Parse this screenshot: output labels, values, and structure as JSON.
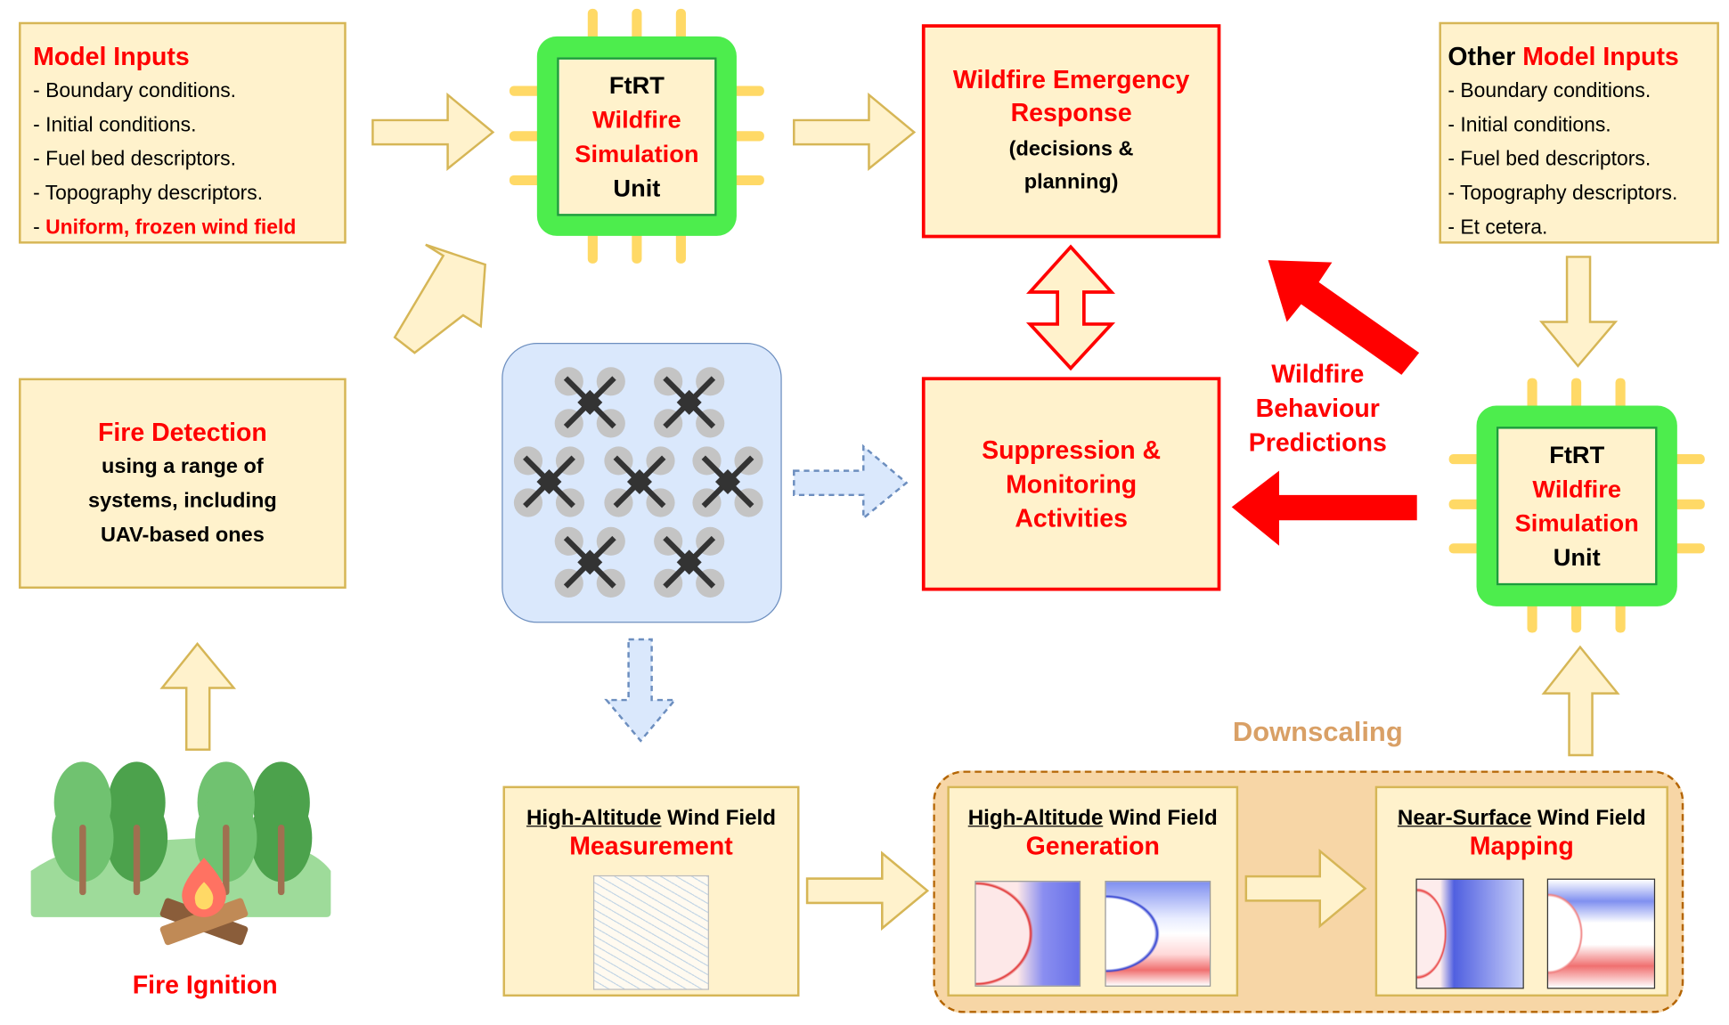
{
  "model_inputs": {
    "title": "Model Inputs",
    "items": [
      "- Boundary conditions.",
      "- Initial conditions.",
      "- Fuel bed descriptors.",
      "- Topography descriptors."
    ],
    "highlight_prefix": "- ",
    "highlight": "Uniform, frozen wind field"
  },
  "other_inputs": {
    "title_black": "Other ",
    "title_red": "Model Inputs",
    "items": [
      "- Boundary conditions.",
      "- Initial conditions.",
      "- Fuel bed descriptors.",
      "- Topography descriptors.",
      "- Et cetera."
    ]
  },
  "sim_unit": {
    "line1": "FtRT",
    "line2": "Wildfire",
    "line3": "Simulation",
    "line4": "Unit"
  },
  "emergency": {
    "title1": "Wildfire Emergency",
    "title2": "Response",
    "sub1": "(decisions &",
    "sub2": "planning)"
  },
  "suppression": {
    "line1": "Suppression &",
    "line2": "Monitoring",
    "line3": "Activities"
  },
  "predictions": {
    "line1": "Wildfire",
    "line2": "Behaviour",
    "line3": "Predictions"
  },
  "fire_detection": {
    "title": "Fire Detection",
    "line1": "using a range of",
    "line2": "systems, including",
    "line3": "UAV-based ones"
  },
  "fire_ignition": {
    "label": "Fire Ignition"
  },
  "measurement": {
    "underlined": "High-Altitude",
    "rest": " Wind Field",
    "sub": "Measurement"
  },
  "downscaling": {
    "label": "Downscaling"
  },
  "generation": {
    "underlined": "High-Altitude",
    "rest": " Wind Field",
    "sub": "Generation"
  },
  "mapping": {
    "underlined": "Near-Surface",
    "rest": " Wind Field",
    "sub": "Mapping"
  },
  "colors": {
    "box_fill": "#fff2cc",
    "box_border": "#d6b656",
    "accent_red": "#ff0000",
    "chip_green": "#4ded4d",
    "drone_panel": "#dae8fc",
    "downscaling_fill": "#f7d6a6",
    "downscaling_text": "#d9a066"
  },
  "icons": [
    "drone-icon",
    "tree-icon",
    "campfire-icon",
    "chip-icon"
  ]
}
